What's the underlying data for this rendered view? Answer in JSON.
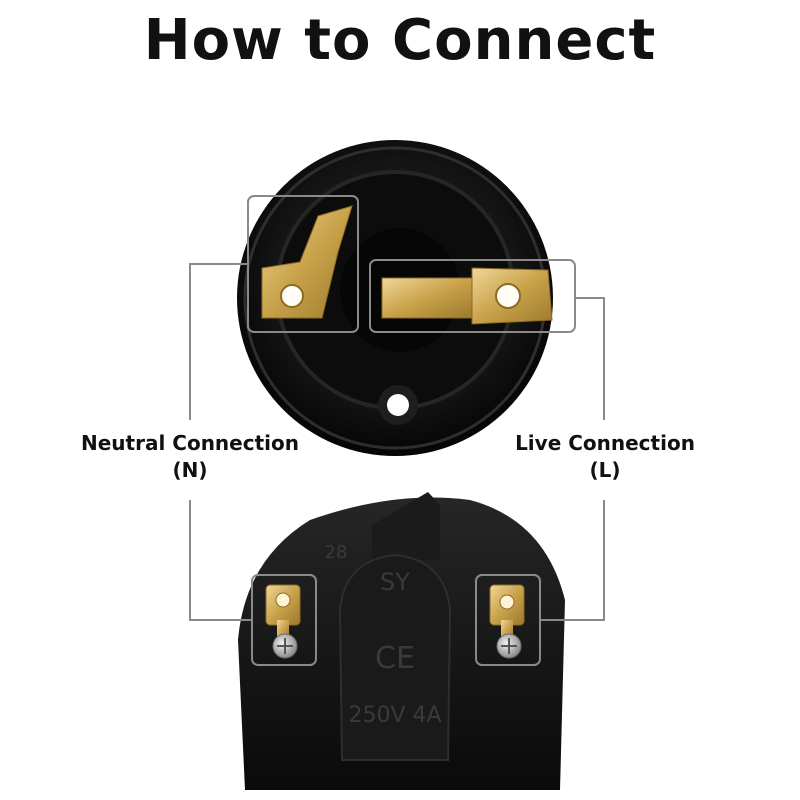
{
  "title": "How to Connect",
  "labels": {
    "neutral_line1": "Neutral Connection",
    "neutral_line2": "(N)",
    "live_line1": "Live Connection",
    "live_line2": "(L)"
  },
  "markings": {
    "brand": "SY",
    "ce": "CE",
    "rating": "250V 4A",
    "number": "28"
  },
  "colors": {
    "callout_line": "#8a8a8a",
    "brass": "#c9a24a",
    "body": "#141414"
  }
}
